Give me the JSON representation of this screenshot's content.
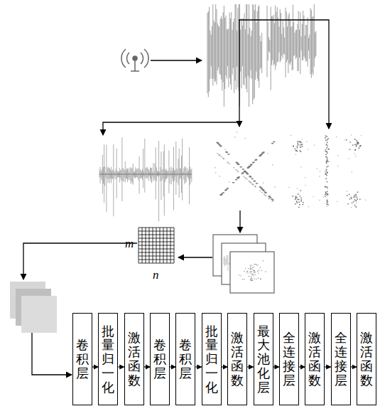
{
  "diagram": {
    "nodes": [
      {
        "text": [
          "卷积层"
        ]
      },
      {
        "text": [
          "批量归一化"
        ]
      },
      {
        "text": [
          "激活函数"
        ]
      },
      {
        "text": [
          "卷积层"
        ]
      },
      {
        "text": [
          "卷积层"
        ]
      },
      {
        "text": [
          "批量归一化"
        ]
      },
      {
        "text": [
          "激活函数"
        ]
      },
      {
        "text": [
          "最大池化层"
        ]
      },
      {
        "text": [
          "全连接层"
        ]
      },
      {
        "text": [
          "激活函数"
        ]
      },
      {
        "text": [
          "全连接层"
        ]
      },
      {
        "text": [
          "激活函数"
        ]
      }
    ],
    "edges": [
      {
        "from": 0,
        "to": 1,
        "arrow": "to"
      },
      {
        "from": 1,
        "to": 2,
        "arrow": "to"
      },
      {
        "from": 2,
        "to": 3,
        "arrow": "to"
      },
      {
        "from": 3,
        "to": 4,
        "arrow": "to"
      },
      {
        "from": 4,
        "to": 5,
        "arrow": "to"
      },
      {
        "from": 5,
        "to": 6,
        "arrow": "to"
      },
      {
        "from": 6,
        "to": 7,
        "arrow": "to"
      },
      {
        "from": 7,
        "to": 8,
        "arrow": "to"
      },
      {
        "from": 8,
        "to": 9,
        "arrow": "to"
      },
      {
        "from": 9,
        "to": 10,
        "arrow": "to"
      },
      {
        "from": 10,
        "to": 11,
        "arrow": "to"
      }
    ],
    "labels": [
      "m",
      "n"
    ]
  }
}
